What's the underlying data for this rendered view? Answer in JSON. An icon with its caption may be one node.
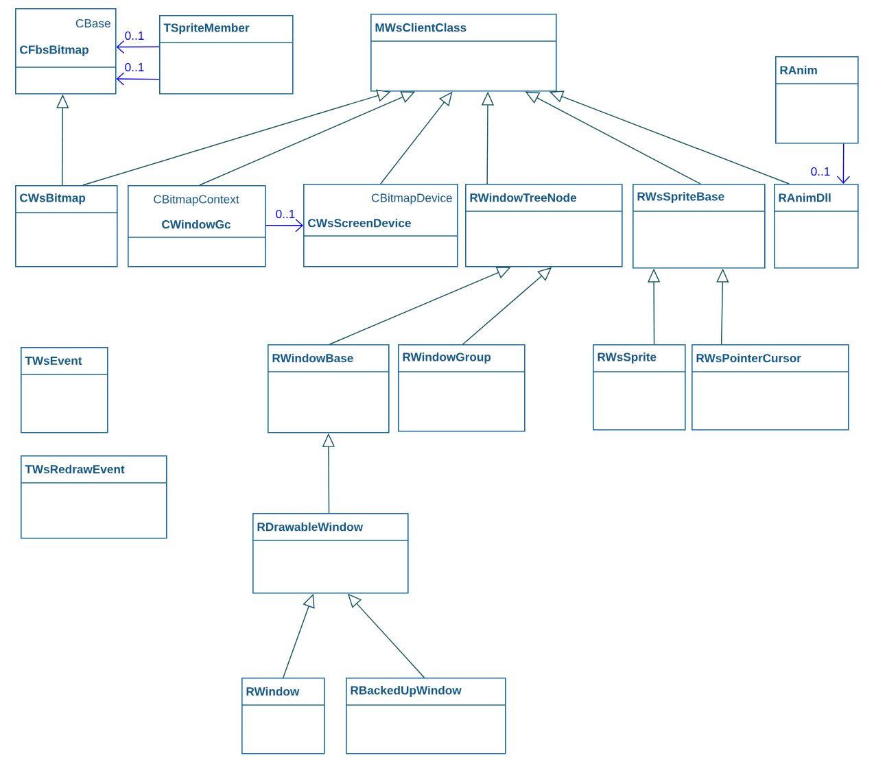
{
  "diagram": {
    "nodes": [
      {
        "text": [
          "CBase",
          "CFbsBitmap"
        ]
      },
      {
        "text": [
          "TSpriteMember"
        ]
      },
      {
        "text": [
          "MWsClientClass"
        ]
      },
      {
        "text": [
          "RAnim"
        ]
      },
      {
        "text": [
          "CWsBitmap"
        ]
      },
      {
        "text": [
          "CBitmapContext",
          "CWindowGc"
        ]
      },
      {
        "text": [
          "CBitmapDevice",
          "CWsScreenDevice"
        ]
      },
      {
        "text": [
          "RWindowTreeNode"
        ]
      },
      {
        "text": [
          "RWsSpriteBase"
        ]
      },
      {
        "text": [
          "RAnimDll"
        ]
      },
      {
        "text": [
          "TWsEvent"
        ]
      },
      {
        "text": [
          "RWindowBase"
        ]
      },
      {
        "text": [
          "RWindowGroup"
        ]
      },
      {
        "text": [
          "RWsSprite"
        ]
      },
      {
        "text": [
          "RWsPointerCursor"
        ]
      },
      {
        "text": [
          "TWsRedrawEvent"
        ]
      },
      {
        "text": [
          "RDrawableWindow"
        ]
      },
      {
        "text": [
          "RWindow"
        ]
      },
      {
        "text": [
          "RBackedUpWindow"
        ]
      }
    ],
    "edges": [
      {
        "from": 1,
        "to": 0,
        "arrow": "to",
        "label": "0..1",
        "color": "#0000ff"
      },
      {
        "from": 1,
        "to": 0,
        "arrow": "to",
        "label": "0..1",
        "color": "#0000ff"
      },
      {
        "from": 4,
        "to": 0,
        "arrow": "to"
      },
      {
        "from": 4,
        "to": 2,
        "arrow": "to"
      },
      {
        "from": 5,
        "to": 2,
        "arrow": "to"
      },
      {
        "from": 6,
        "to": 2,
        "arrow": "to"
      },
      {
        "from": 7,
        "to": 2,
        "arrow": "to"
      },
      {
        "from": 8,
        "to": 2,
        "arrow": "to"
      },
      {
        "from": 9,
        "to": 2,
        "arrow": "to"
      },
      {
        "from": 5,
        "to": 6,
        "arrow": "to",
        "label": "0..1",
        "color": "#0000ff"
      },
      {
        "from": 3,
        "to": 9,
        "arrow": "to",
        "label": "0..1",
        "color": "#0000ff"
      },
      {
        "from": 11,
        "to": 7,
        "arrow": "to"
      },
      {
        "from": 12,
        "to": 7,
        "arrow": "to"
      },
      {
        "from": 13,
        "to": 8,
        "arrow": "to"
      },
      {
        "from": 14,
        "to": 8,
        "arrow": "to"
      },
      {
        "from": 16,
        "to": 11,
        "arrow": "to"
      },
      {
        "from": 17,
        "to": 16,
        "arrow": "to"
      },
      {
        "from": 18,
        "to": 16,
        "arrow": "to"
      }
    ]
  }
}
